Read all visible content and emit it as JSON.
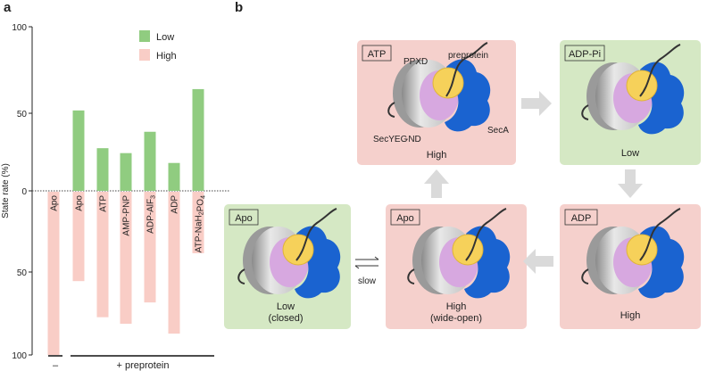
{
  "panel_a": {
    "letter": "a",
    "legend": [
      {
        "label": "Low",
        "color": "#90cc80"
      },
      {
        "label": "High",
        "color": "#f9cdc6"
      }
    ],
    "ylabel": "State rate (%)",
    "groups": [
      {
        "sign": "–"
      },
      {
        "sign": "+ preprotein"
      }
    ]
  },
  "chart_data": {
    "type": "bar",
    "categories": [
      "Apo",
      "Apo",
      "ATP",
      "AMP-PNP",
      "ADP-AlF3",
      "ADP",
      "ATP-NaH2PO4"
    ],
    "series": [
      {
        "name": "Low",
        "values": [
          0,
          49,
          26,
          23,
          36,
          17,
          62
        ]
      },
      {
        "name": "High",
        "values": [
          100,
          55,
          77,
          81,
          68,
          87,
          38
        ]
      }
    ],
    "ylabel": "State rate (%)",
    "ylim_up": [
      0,
      100
    ],
    "ylim_down": [
      0,
      100
    ],
    "yticks": [
      "100",
      "50",
      "0",
      "50",
      "100"
    ],
    "grid": false,
    "legend_position": "top-right"
  },
  "panel_b": {
    "letter": "b",
    "colors": {
      "high": "#f5d0cc",
      "low": "#d5e8c4",
      "arrow": "#dadada",
      "seca": "#1a63d0",
      "ppxd": "#f6d15a",
      "secyeg": "#d7a8e0",
      "nd": "#bdbdbd"
    },
    "boxes": [
      {
        "tag": "ATP",
        "caption": "High",
        "state": "high"
      },
      {
        "tag": "ADP-Pi",
        "caption": "Low",
        "state": "low"
      },
      {
        "tag": "ADP",
        "caption": "High",
        "state": "high"
      },
      {
        "tag": "Apo",
        "caption": "High\n(wide-open)",
        "state": "high"
      },
      {
        "tag": "Apo",
        "caption": "Low\n(closed)",
        "state": "low"
      }
    ],
    "labels": {
      "ppxd": "PPXD",
      "preprotein": "preprotein",
      "secyeg": "SecYEG",
      "nd": "-ND",
      "seca": "SecA",
      "slow": "slow"
    }
  }
}
